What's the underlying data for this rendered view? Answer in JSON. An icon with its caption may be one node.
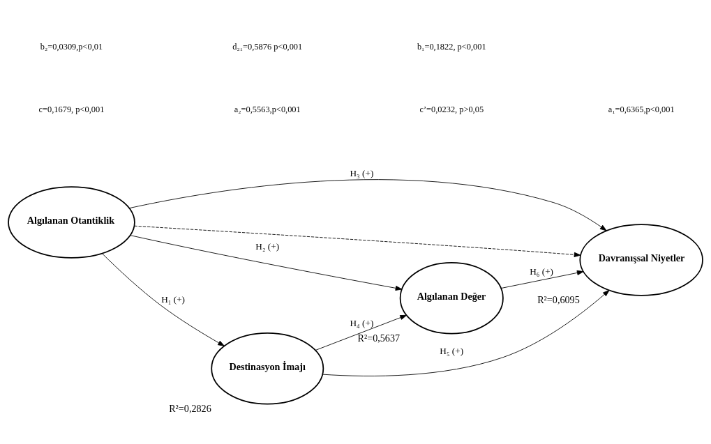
{
  "diagram": {
    "nodes": [
      {
        "text": [
          "Algılanan Otantiklik"
        ]
      },
      {
        "text": [
          "Algılanan Değer"
        ],
        "beside": [
          "R²=0,5637"
        ]
      },
      {
        "text": [
          "Davranışsal Niyetler"
        ],
        "beside": [
          "R²=0,6095"
        ]
      },
      {
        "text": [
          "Destinasyon İmajı"
        ],
        "beside": [
          "R²=0,2826"
        ]
      }
    ],
    "edges": [
      {
        "from": 0,
        "to": 3,
        "arrow": "to",
        "label": "H₁ (+)"
      },
      {
        "from": 0,
        "to": 1,
        "arrow": "to",
        "label": "H₂ (+)"
      },
      {
        "from": 0,
        "to": 2,
        "arrow": "to",
        "label": "H₃ (+)"
      },
      {
        "from": 0,
        "to": 2,
        "arrow": "to",
        "style": "dashed"
      },
      {
        "from": 3,
        "to": 1,
        "arrow": "to",
        "label": "H₄ (+)"
      },
      {
        "from": 3,
        "to": 2,
        "arrow": "to",
        "label": "H₅ (+)"
      },
      {
        "from": 1,
        "to": 2,
        "arrow": "to",
        "label": "H₆ (+)"
      }
    ],
    "labels": [
      "c=0,1679, p<0,001",
      "a₂=0,5563,p<0,001",
      "c’=0,0232, p>0,05",
      "a₁=0,6365,p<0,001",
      "b₂=0,0309,p<0,01",
      "d₂₁=0,5876 p<0,001",
      "b₁=0,1822, p<0,001"
    ]
  }
}
